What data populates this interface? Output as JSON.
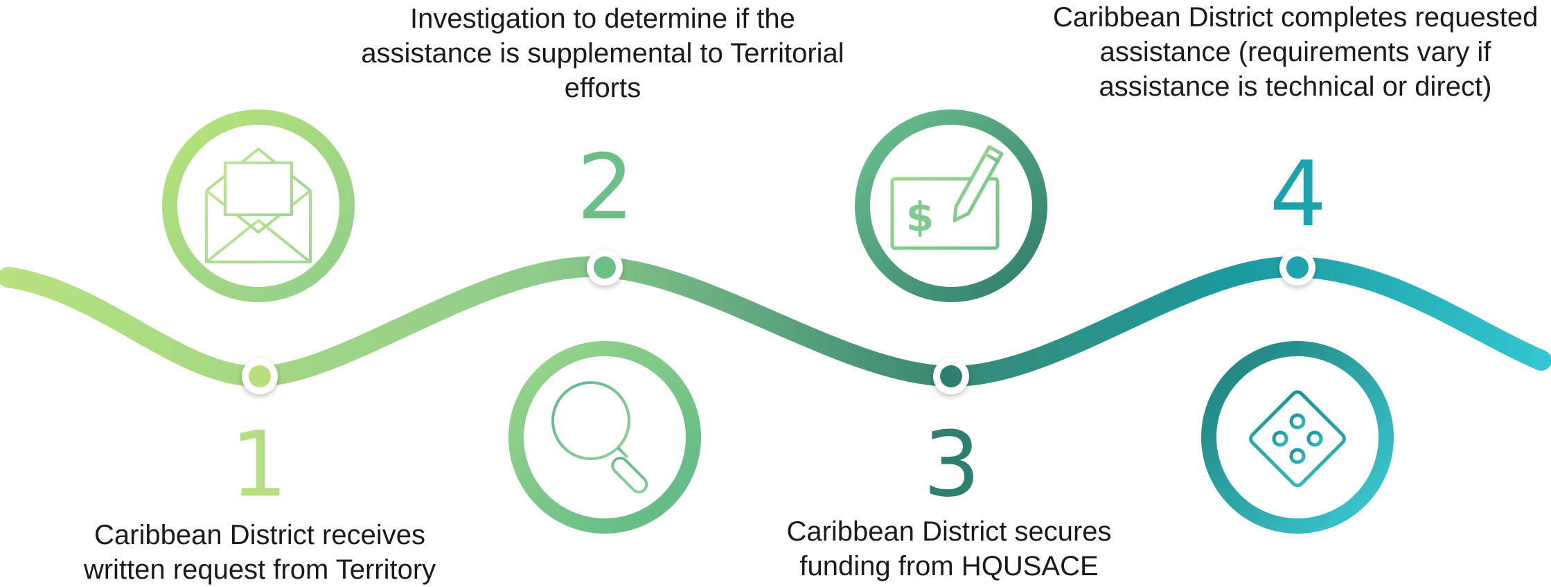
{
  "steps": [
    {
      "number": "1",
      "icon": "envelope-icon",
      "caption": [
        "Caribbean District receives",
        "written request from Territory"
      ],
      "color": "#a6d884"
    },
    {
      "number": "2",
      "icon": "magnifier-icon",
      "caption": [
        "Investigation to determine if the",
        "assistance is supplemental to Territorial",
        "efforts"
      ],
      "color": "#6cbf86"
    },
    {
      "number": "3",
      "icon": "check-icon",
      "caption": [
        "Caribbean District secures",
        "funding from HQUSACE"
      ],
      "color": "#2f8c7b"
    },
    {
      "number": "4",
      "icon": "puzzle-icon",
      "caption": [
        "Caribbean District completes requested",
        "assistance (requirements vary if",
        "assistance is technical or direct)"
      ],
      "color": "#1aa3ad"
    }
  ],
  "colors": {
    "wave_start": "#b5e07e",
    "wave_mid": "#3d9177",
    "wave_end": "#2cc1cc"
  }
}
